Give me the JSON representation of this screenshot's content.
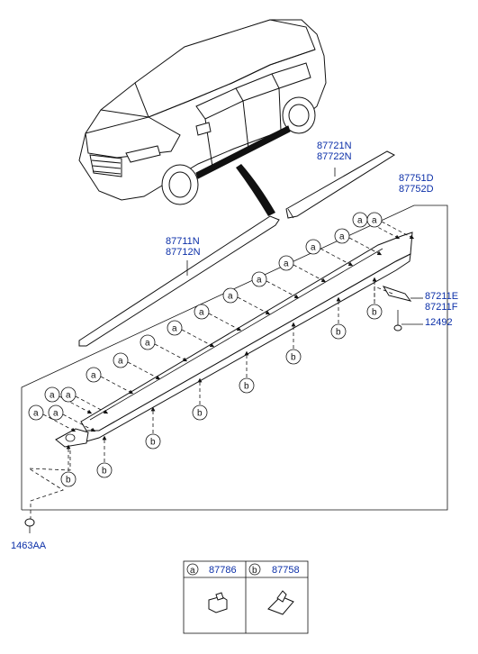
{
  "parts": {
    "p87721": "87721N",
    "p87722": "87722N",
    "p87751": "87751D",
    "p87752": "87752D",
    "p87711": "87711N",
    "p87712": "87712N",
    "p87211e": "87211E",
    "p87211f": "87211F",
    "p12492": "12492",
    "p1463": "1463AA"
  },
  "clips": {
    "a_letter": "a",
    "b_letter": "b"
  },
  "legend": {
    "a_letter": "a",
    "a_part": "87786",
    "b_letter": "b",
    "b_part": "87758"
  }
}
